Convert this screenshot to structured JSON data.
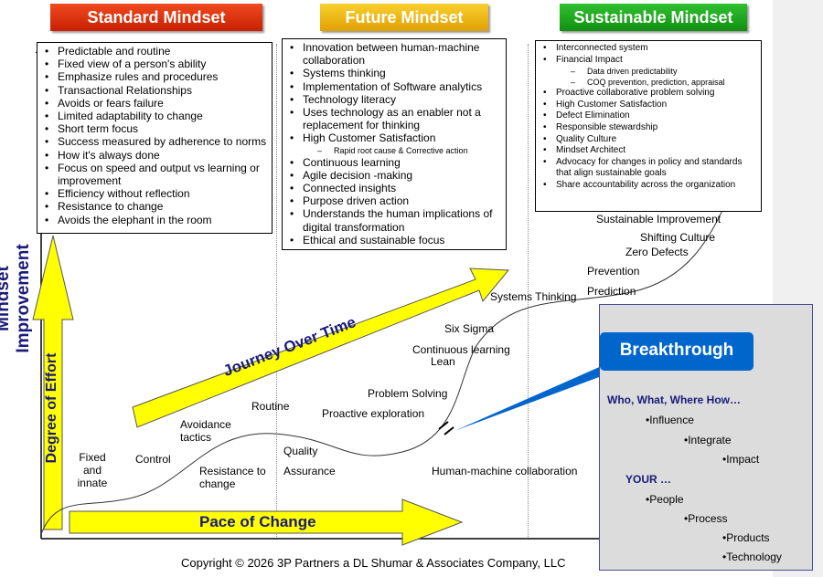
{
  "banners": {
    "standard": "Standard Mindset",
    "future": "Future Mindset",
    "sustainable": "Sustainable Mindset"
  },
  "standard_items": [
    "Predictable and routine",
    "Fixed view of a person's ability",
    "Emphasize rules and procedures",
    "Transactional Relationships",
    "Avoids or fears failure",
    "Limited adaptability to change",
    "Short term focus",
    "Success measured by adherence to norms",
    "How it's always done",
    "Focus on speed and output vs learning or improvement",
    "Efficiency without reflection",
    "Resistance to change",
    "Avoids the elephant in the room"
  ],
  "future_items": [
    "Innovation  between human-machine collaboration",
    "Systems thinking",
    "Implementation of Software analytics",
    "Technology literacy",
    "Uses technology as an enabler not a replacement for thinking",
    "High Customer Satisfaction"
  ],
  "future_sub": "Rapid root cause & Corrective action",
  "future_items2": [
    "Continuous learning",
    "Agile decision -making",
    "Connected insights",
    "Purpose driven action",
    "Understands the human implications of digital transformation",
    "Ethical and sustainable focus"
  ],
  "sustainable_items1": [
    "Interconnected system",
    "Financial Impact"
  ],
  "sustainable_sub": [
    "Data driven predictability",
    "COQ prevention, prediction, appraisal"
  ],
  "sustainable_items2": [
    "Proactive collaborative problem solving",
    "High Customer Satisfaction",
    "Defect Elimination",
    "Responsible stewardship",
    "Quality Culture",
    "Mindset Architect",
    "Advocacy for changes in policy and standards  that  align sustainable goals",
    "Share accountability across the organization"
  ],
  "axis": {
    "y_label": "Mindset Improvement",
    "effort": "Degree of Effort",
    "pace": "Pace of Change",
    "journey": "Journey Over Time"
  },
  "curve_labels": {
    "fixed": "Fixed and innate",
    "control": "Control",
    "avoidance": "Avoidance tactics",
    "resistance": "Resistance to change",
    "routine": "Routine",
    "quality": "Quality",
    "assurance": "Assurance",
    "proactive": "Proactive exploration",
    "problem": "Problem Solving",
    "lean1": "Continuous learning",
    "lean2": "Lean",
    "sixsigma": "Six Sigma",
    "systems": "Systems Thinking",
    "hmc": "Human-machine collaboration",
    "prediction": "Prediction",
    "prevention": "Prevention",
    "zero": "Zero Defects",
    "culture": "Shifting Culture",
    "improvement": "Sustainable Improvement"
  },
  "breakthrough": {
    "title": "Breakthrough",
    "who": "Who, What, Where How…",
    "who_items": [
      "•Influence",
      "•Integrate",
      "•Impact"
    ],
    "your": "YOUR …",
    "your_items": [
      "•People",
      "•Process",
      "•Products",
      "•Technology"
    ]
  },
  "copyright": "Copyright © 2026 3P Partners a DL Shumar & Associates Company, LLC",
  "colors": {
    "red": "#e03010",
    "yellow": "#f0c000",
    "green": "#20a020",
    "blue": "#0066cc",
    "navy": "#1a1a7a"
  }
}
